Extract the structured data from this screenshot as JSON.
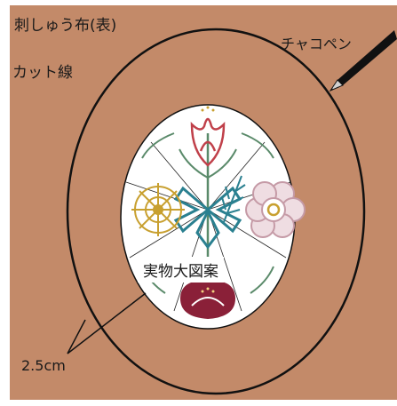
{
  "labels": {
    "fabric_front": "刺しゅう布(表)",
    "chalk_pen": "チャコペン",
    "cut_line": "カット線",
    "full_size_pattern": "実物大図案",
    "seam_allowance": "2.5cm"
  },
  "colors": {
    "fabric": "#c38a69",
    "outline": "#111111",
    "pattern_bg": "#ffffff",
    "leaf_green": "#5a8a6a",
    "teal": "#2a8090",
    "tulip_red": "#c0404a",
    "gold": "#c8a030",
    "flower_pink": "#d8b8c0",
    "burgundy": "#8a2038"
  },
  "icons": {
    "pen": "chalk-pen-icon"
  }
}
